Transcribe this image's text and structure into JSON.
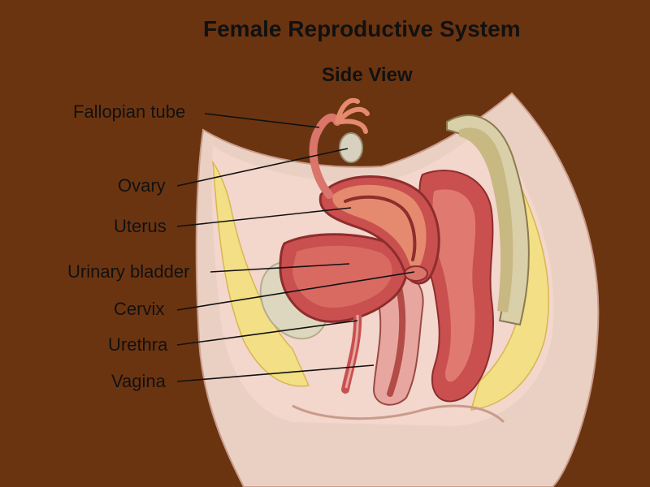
{
  "title": "Female Reproductive System",
  "subtitle": "Side View",
  "labels": {
    "fallopian_tube": "Fallopian tube",
    "ovary": "Ovary",
    "uterus": "Uterus",
    "urinary_bladder": "Urinary bladder",
    "cervix": "Cervix",
    "urethra": "Urethra",
    "vagina": "Vagina"
  },
  "colors": {
    "background": "#6b3410",
    "skin": "#e9c7b6",
    "fat": "#f2df86",
    "muscle": "#c9504f",
    "tissue_pink": "#e7a7a0",
    "bone": "#d9cfa8",
    "leader_line": "#111111"
  }
}
